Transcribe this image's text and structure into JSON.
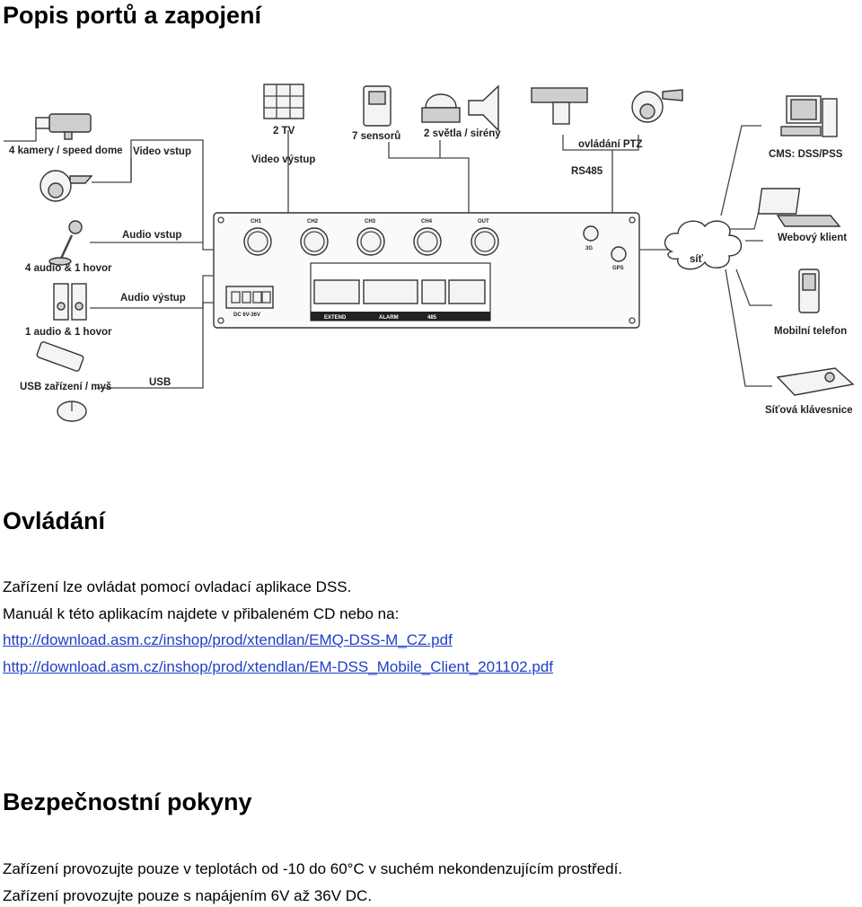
{
  "heading_ports": "Popis portů a zapojení",
  "diagram": {
    "labels": {
      "cameras": "4 kamery / speed dome",
      "video_in": "Video vstup",
      "tv": "2 TV",
      "video_out": "Video výstup",
      "sensors": "7 sensorů",
      "lights": "2 světla / sirény",
      "ptz": "ovládání PTZ",
      "rs485": "RS485",
      "cms": "CMS: DSS/PSS",
      "audio_in": "Audio vstup",
      "audio_hover": "4 audio & 1 hovor",
      "audio_out": "Audio výstup",
      "audio_one": "1 audio & 1 hovor",
      "usb_dev": "USB zařízení / myš",
      "usb": "USB",
      "web": "Webový klient",
      "net": "síť",
      "mobile": "Mobilní telefon",
      "keyboard": "Síťová klávesnice"
    },
    "panel": {
      "ch1": "CH1",
      "ch2": "CH2",
      "ch3": "CH3",
      "ch4": "CH4",
      "out": "OUT",
      "g3": "3G",
      "gps": "GPS",
      "dc": "DC 6V-36V",
      "extend": "EXTEND",
      "alarm": "ALARM",
      "p485": "485"
    }
  },
  "heading_control": "Ovládání",
  "control_text_1": "Zařízení lze ovládat pomocí ovladací aplikace DSS.",
  "control_text_2": "Manuál k této aplikacím najdete v přibaleném CD nebo na:",
  "link_1": "http://download.asm.cz/inshop/prod/xtendlan/EMQ-DSS-M_CZ.pdf",
  "link_2": "http://download.asm.cz/inshop/prod/xtendlan/EM-DSS_Mobile_Client_201102.pdf",
  "heading_safety": "Bezpečnostní pokyny",
  "safety_1": "Zařízení provozujte pouze v teplotách od -10 do 60°C v suchém nekondenzujícím prostředí.",
  "safety_2": "Zařízení provozujte pouze s napájením 6V až 36V DC."
}
